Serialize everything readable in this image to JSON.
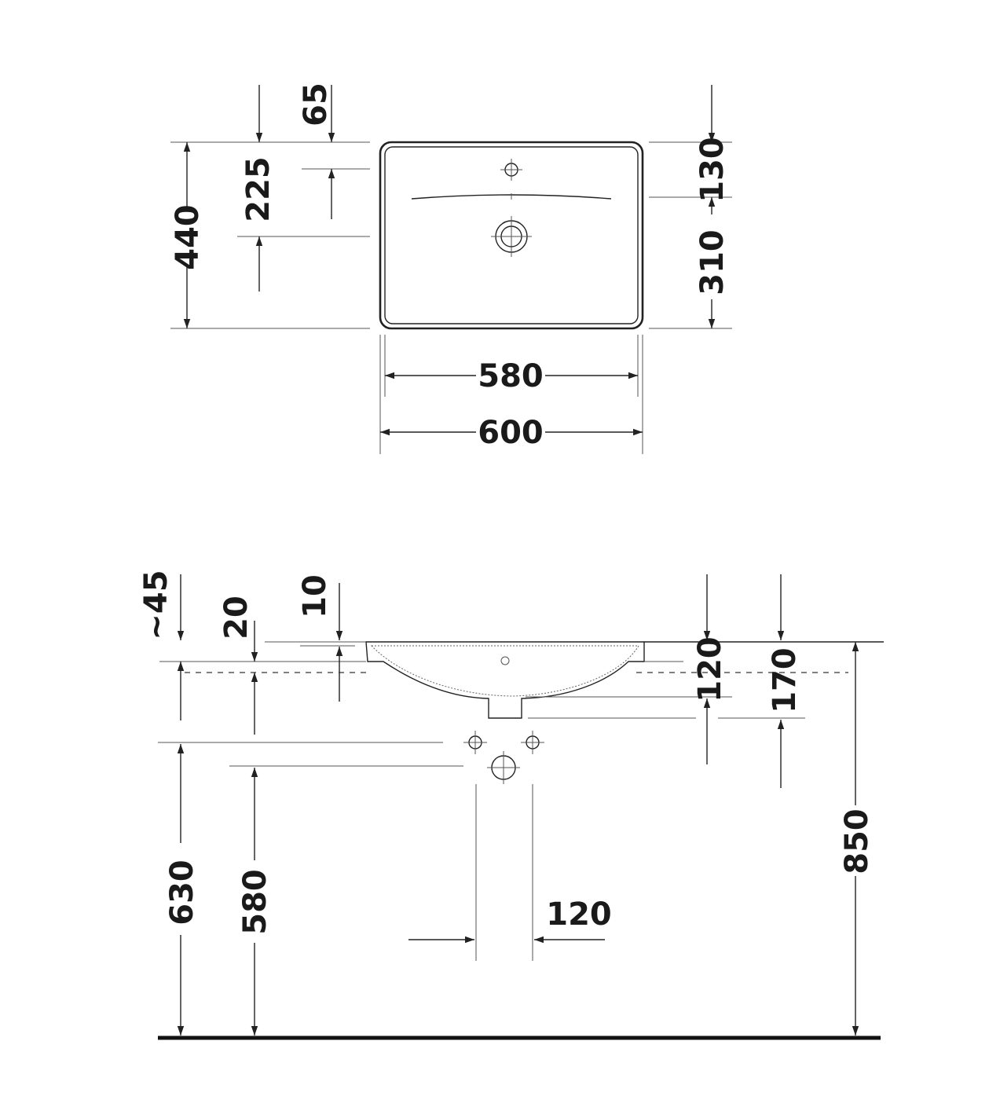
{
  "top_view": {
    "d_65": "65",
    "d_225": "225",
    "d_440": "440",
    "d_130": "130",
    "d_310": "310",
    "d_580": "580",
    "d_600": "600"
  },
  "side_view": {
    "d_45": "~45",
    "d_20": "20",
    "d_10": "10",
    "d_120_v": "120",
    "d_170": "170",
    "d_850": "850",
    "d_630": "630",
    "d_580": "580",
    "d_120_h": "120"
  }
}
